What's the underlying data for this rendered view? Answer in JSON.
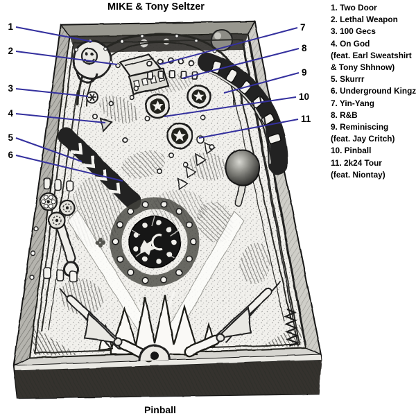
{
  "title": "MIKE & Tony Seltzer",
  "footer": "Pinball",
  "tracklist": [
    "1. Two Door",
    "2. Lethal Weapon",
    "3. 100 Gecs",
    "4. On God",
    "(feat. Earl Sweatshirt",
    "& Tony Shhnow)",
    "5. Skurrr",
    "6. Underground Kingz",
    "7. Yin-Yang",
    "8. R&B",
    "9. Reminiscing",
    "(feat. Jay Critch)",
    "10. Pinball",
    "11. 2k24 Tour",
    "(feat. Niontay)"
  ],
  "callouts": {
    "labels": [
      "1",
      "2",
      "3",
      "4",
      "5",
      "6",
      "7",
      "8",
      "9",
      "10",
      "11"
    ],
    "line_color": "#34309e",
    "number_color": "#000000"
  },
  "illustration": {
    "name": "pinball-machine-sketch",
    "ink_color": "#1d1d1b"
  }
}
